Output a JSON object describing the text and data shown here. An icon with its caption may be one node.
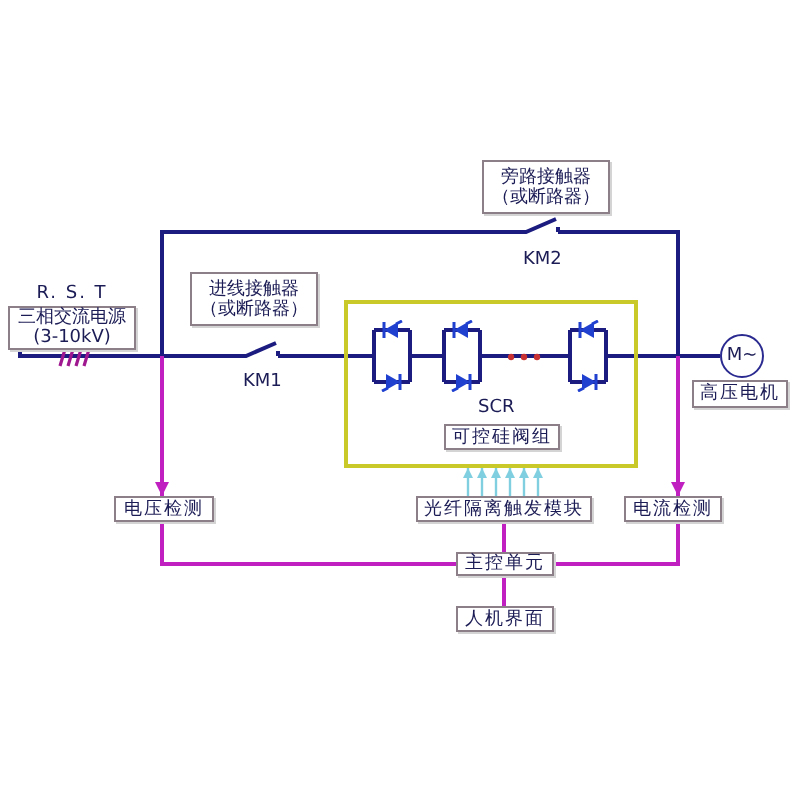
{
  "diagram": {
    "nodes": [
      {
        "text": [
          "旁路接触器（或断路器）"
        ]
      },
      {
        "text": [],
        "shape": "switch",
        "beside": [
          "KM2"
        ]
      },
      {
        "text": [
          "R. S. T",
          "三相交流电源(3-10kV)"
        ]
      },
      {
        "text": [
          "进线接触器（或断路器）"
        ]
      },
      {
        "text": [],
        "shape": "switch",
        "beside": [
          "KM1"
        ]
      },
      {
        "text": [
          "SCR"
        ]
      },
      {
        "text": [],
        "shape": "thyristor",
        "in": 5
      },
      {
        "text": [],
        "shape": "thyristor",
        "in": 5
      },
      {
        "text": [],
        "shape": "thyristor",
        "in": 5
      },
      {
        "text": [
          "可控硅阀组"
        ],
        "in": 5
      },
      {
        "text": [
          "M~"
        ]
      },
      {
        "text": [
          "高压电机"
        ]
      },
      {
        "text": [
          "电压检测"
        ]
      },
      {
        "text": [
          "光纤隔离触发模块"
        ]
      },
      {
        "text": [
          "电流检测"
        ]
      },
      {
        "text": [
          "主控单元"
        ]
      },
      {
        "text": [
          "人机界面"
        ]
      }
    ],
    "edges": [
      {
        "from": 2,
        "to": 4,
        "arrow": "none"
      },
      {
        "from": null,
        "to": 1,
        "arrow": "none"
      },
      {
        "from": 4,
        "to": 6,
        "arrow": "none"
      },
      {
        "from": 6,
        "to": 7,
        "arrow": "none"
      },
      {
        "from": 7,
        "to": 8,
        "arrow": "none"
      },
      {
        "from": 8,
        "to": 10,
        "arrow": "none"
      },
      {
        "from": 1,
        "to": 10,
        "arrow": "none"
      },
      {
        "from": null,
        "to": 12,
        "arrow": "to",
        "color": "#c020c0"
      },
      {
        "from": null,
        "to": 14,
        "arrow": "to",
        "color": "#c020c0"
      },
      {
        "from": 13,
        "to": 5,
        "arrow": "to",
        "color": "#80cfe0"
      },
      {
        "from": 13,
        "to": 5,
        "arrow": "to",
        "color": "#80cfe0"
      },
      {
        "from": 13,
        "to": 5,
        "arrow": "to",
        "color": "#80cfe0"
      },
      {
        "from": 13,
        "to": 5,
        "arrow": "to",
        "color": "#80cfe0"
      },
      {
        "from": 13,
        "to": 5,
        "arrow": "to",
        "color": "#80cfe0"
      },
      {
        "from": 13,
        "to": 5,
        "arrow": "to",
        "color": "#80cfe0"
      },
      {
        "from": 12,
        "to": 15,
        "arrow": "none",
        "color": "#c020c0"
      },
      {
        "from": 14,
        "to": 15,
        "arrow": "none",
        "color": "#c020c0"
      },
      {
        "from": 13,
        "to": 15,
        "arrow": "none",
        "color": "#c020c0"
      },
      {
        "from": 15,
        "to": 16,
        "arrow": "none",
        "color": "#c020c0"
      }
    ]
  }
}
